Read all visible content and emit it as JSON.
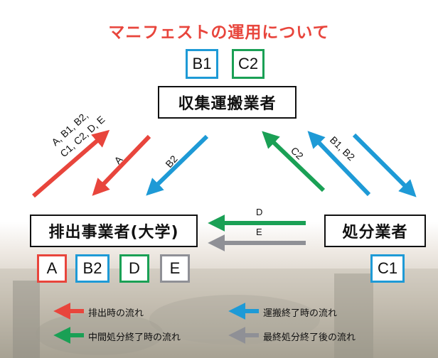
{
  "title": "マニフェストの運用について",
  "top_codes": [
    "B1",
    "C2"
  ],
  "actors": {
    "collector": "収集運搬業者",
    "emitter": "排出事業者(大学)",
    "disposer": "処分業者"
  },
  "emitter_codes": [
    "A",
    "B2",
    "D",
    "E"
  ],
  "disposer_codes": [
    "C1"
  ],
  "arrow_labels": {
    "emitter_to_collector": "A, B1, B2, C1, C2, D, E",
    "collector_to_emitter_a": "A",
    "collector_to_emitter_b2": "B2",
    "disposer_to_collector": "C2",
    "collector_to_disposer": "B1, B2",
    "disposer_to_emitter_d": "D",
    "disposer_to_emitter_e": "E"
  },
  "legend": [
    {
      "label": "排出時の流れ",
      "color": "#e8453c"
    },
    {
      "label": "運搬終了時の流れ",
      "color": "#1e9ad6"
    },
    {
      "label": "中間処分終了時の流れ",
      "color": "#1aa055"
    },
    {
      "label": "最終処分終了後の流れ",
      "color": "#8f9096"
    }
  ],
  "colors": {
    "red": "#e8453c",
    "blue": "#1e9ad6",
    "green": "#1aa055",
    "gray": "#8f9096"
  }
}
